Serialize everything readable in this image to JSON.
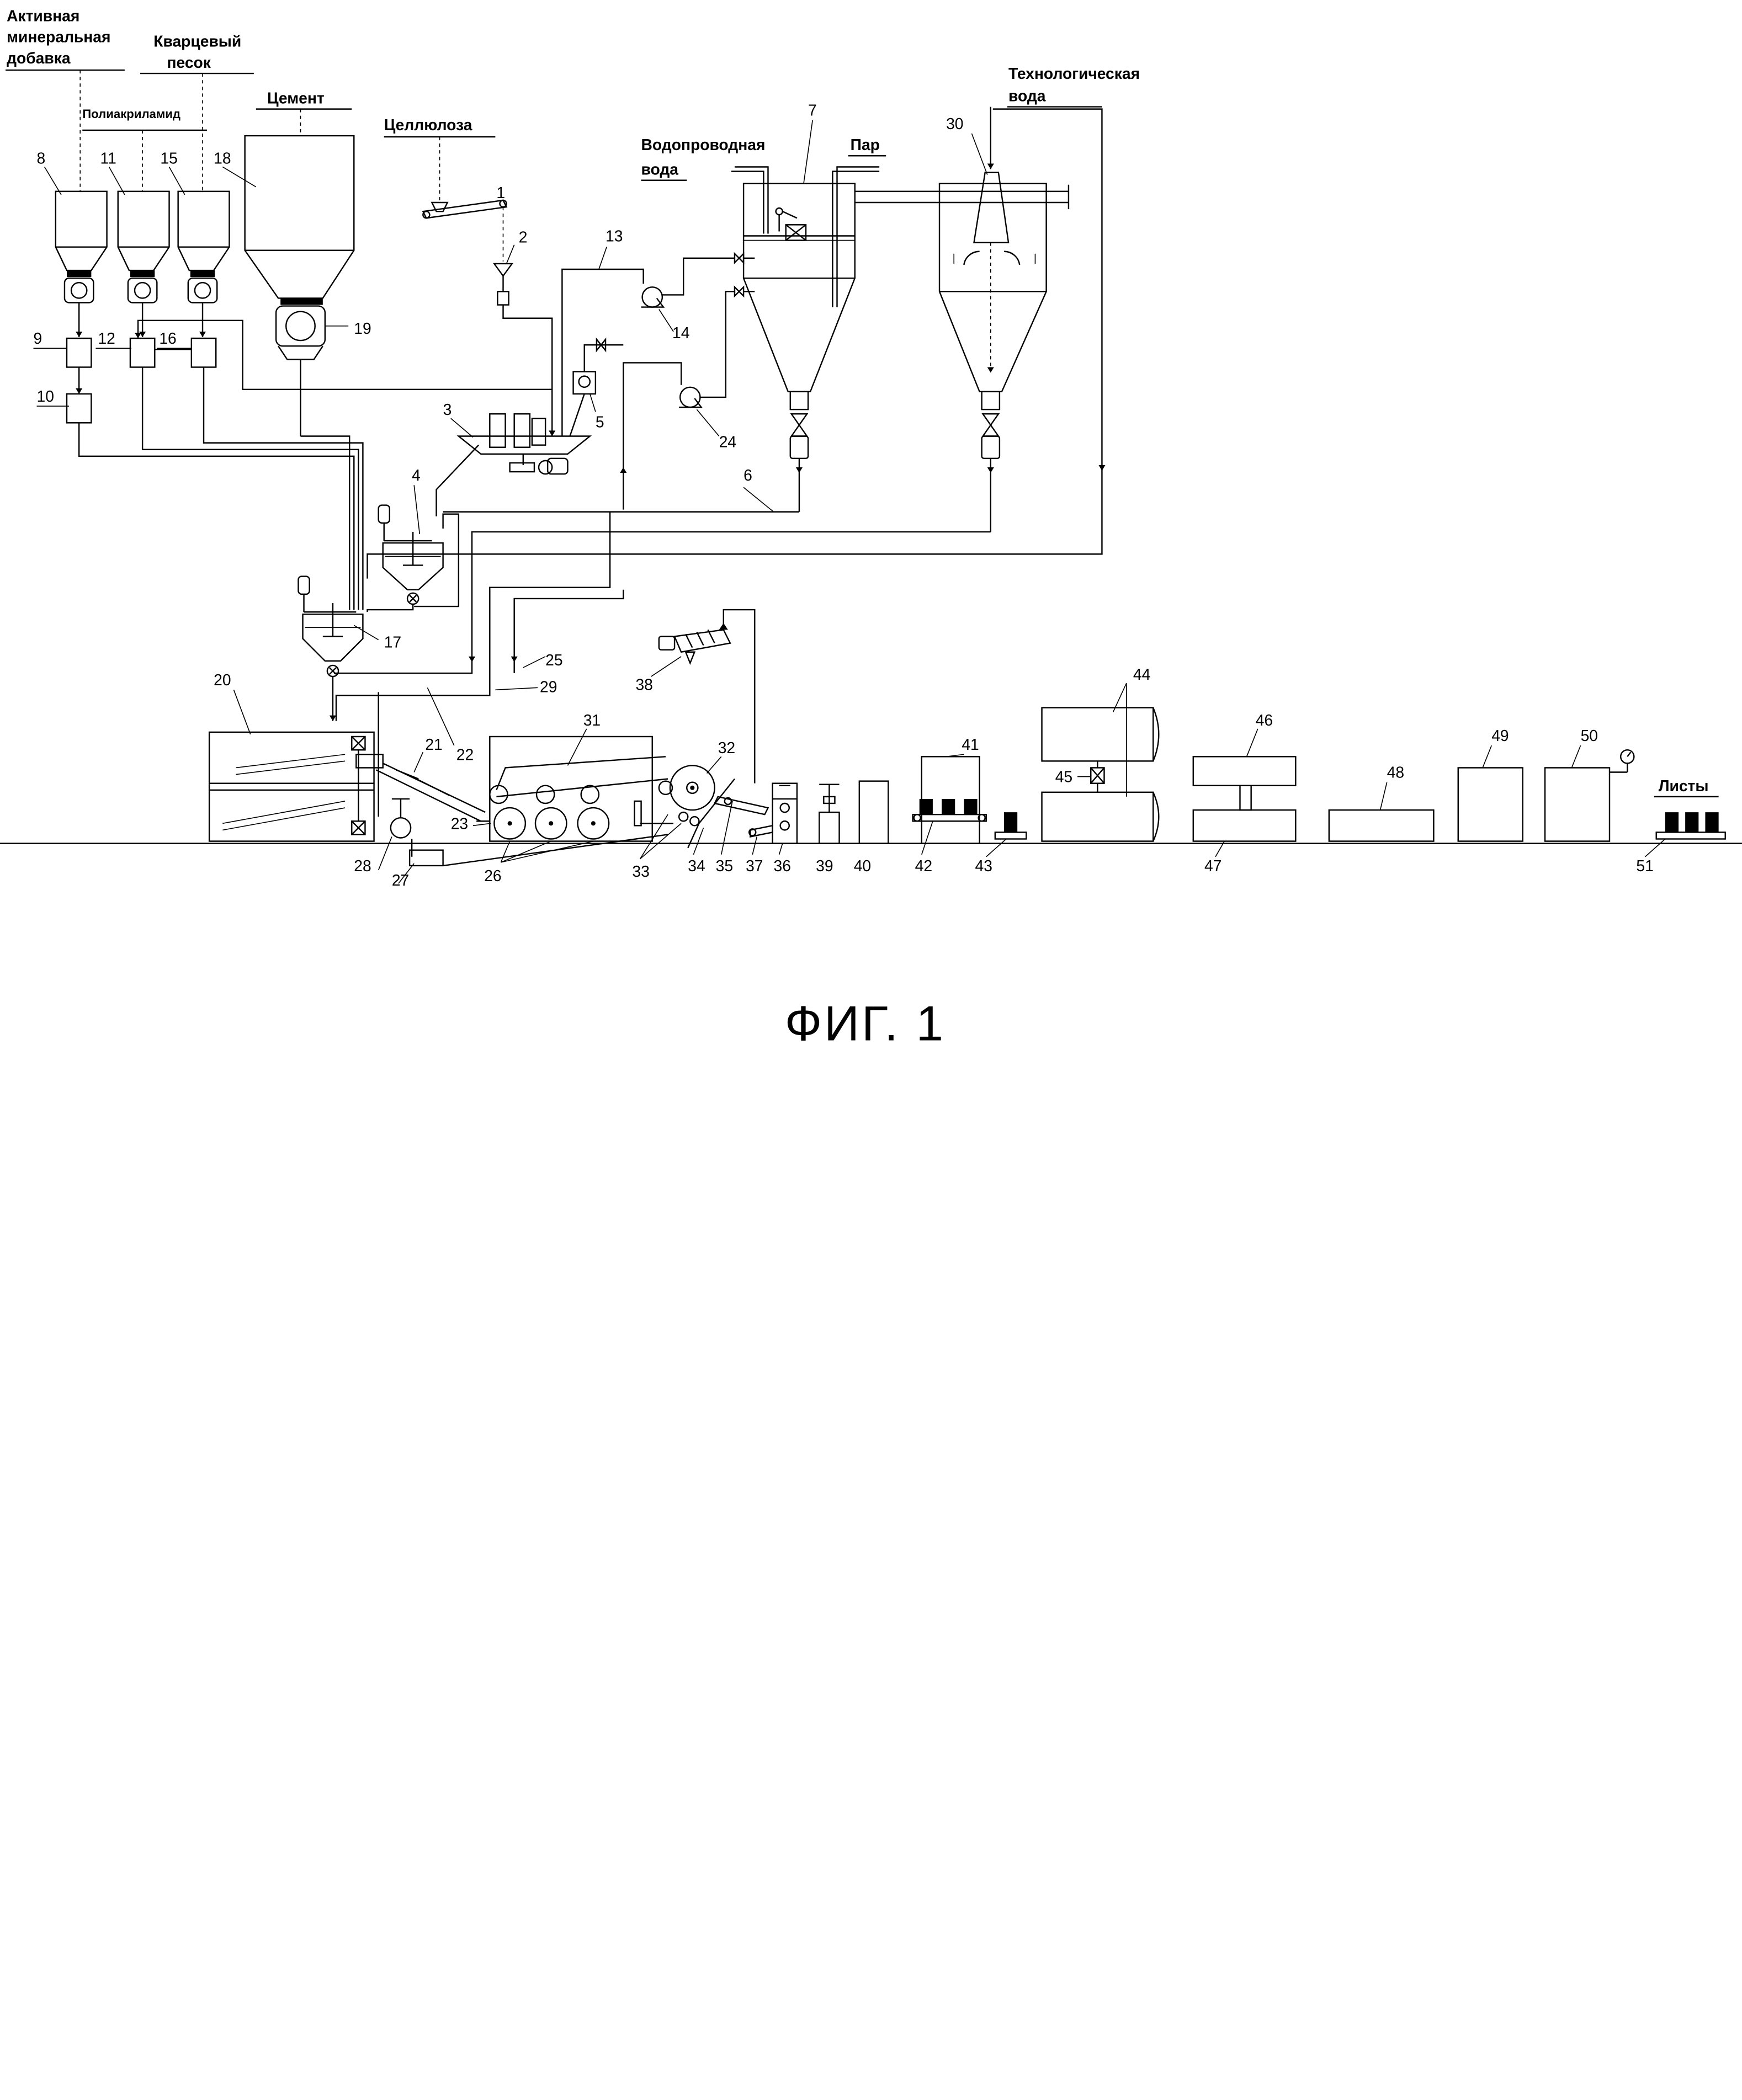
{
  "labels": {
    "active_additive": [
      "Активная",
      "минеральная",
      "добавка"
    ],
    "quartz_sand": [
      "Кварцевый",
      "песок"
    ],
    "polyacrylamide": "Полиакриламид",
    "cement": "Цемент",
    "cellulose": "Целлюлоза",
    "tap_water": [
      "Водопроводная",
      "вода"
    ],
    "steam": "Пар",
    "process_water": [
      "Технологическая",
      "вода"
    ],
    "sheets": "Листы",
    "figure": "ФИГ. 1"
  },
  "numbers": [
    "1",
    "2",
    "3",
    "4",
    "5",
    "6",
    "7",
    "8",
    "9",
    "10",
    "11",
    "12",
    "13",
    "14",
    "15",
    "16",
    "17",
    "18",
    "19",
    "20",
    "21",
    "22",
    "23",
    "24",
    "25",
    "26",
    "27",
    "28",
    "29",
    "30",
    "31",
    "32",
    "33",
    "34",
    "35",
    "36",
    "37",
    "38",
    "39",
    "40",
    "41",
    "42",
    "43",
    "44",
    "45",
    "46",
    "47",
    "48",
    "49",
    "50",
    "51"
  ]
}
